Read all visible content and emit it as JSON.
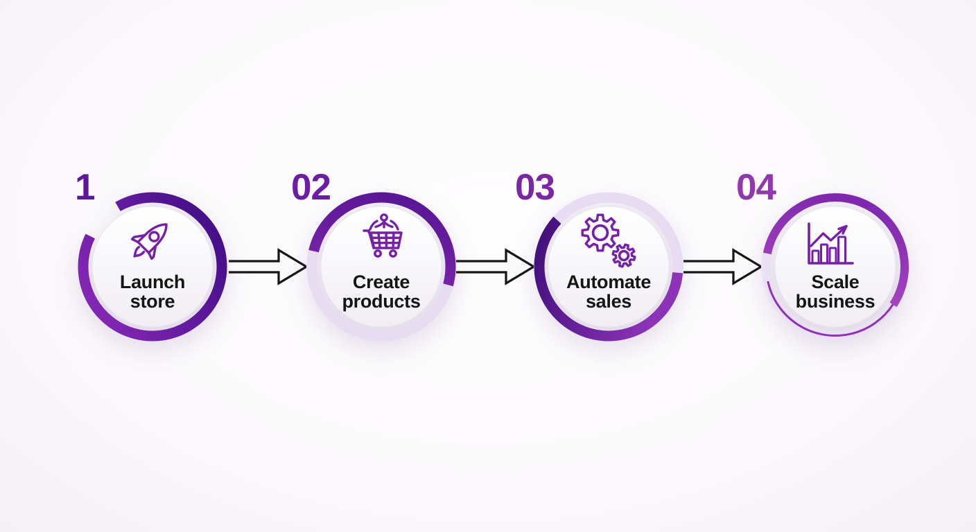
{
  "diagram": {
    "type": "process-flow",
    "background_color": "#fbfafb",
    "arrow_outline_color": "#161616",
    "label_color": "#151515",
    "icon_color": "#7520a6",
    "light_ring_color": "#e8dcf3",
    "steps": [
      {
        "number": "1",
        "label_line1": "Launch",
        "label_line2": "store",
        "icon": "rocket-icon",
        "number_color": "#5c189a",
        "ring_gradient": [
          "#8226b4",
          "#47108a"
        ],
        "ring_style": "thick ring, gap at upper-left"
      },
      {
        "number": "02",
        "label_line1": "Create",
        "label_line2": "products",
        "icon": "shopping-cart-icon",
        "number_color": "#6b1da3",
        "ring_gradient": [
          "#8c2cb6",
          "#5a1795"
        ],
        "ring_style": "thick purple top arc, light lavender bottom"
      },
      {
        "number": "03",
        "label_line1": "Automate",
        "label_line2": "sales",
        "icon": "gears-icon",
        "number_color": "#7b27a4",
        "ring_gradient": [
          "#3f0e78",
          "#8d33b8"
        ],
        "ring_style": "thick purple bottom arc, light lavender top"
      },
      {
        "number": "04",
        "label_line1": "Scale",
        "label_line2": "business",
        "icon": "growth-chart-icon",
        "number_color": "#9138af",
        "ring_gradient": [
          "#b550c8",
          "#7e28ad"
        ],
        "ring_style": "thinner magenta top arc, thin line + light lavender bottom"
      }
    ]
  }
}
